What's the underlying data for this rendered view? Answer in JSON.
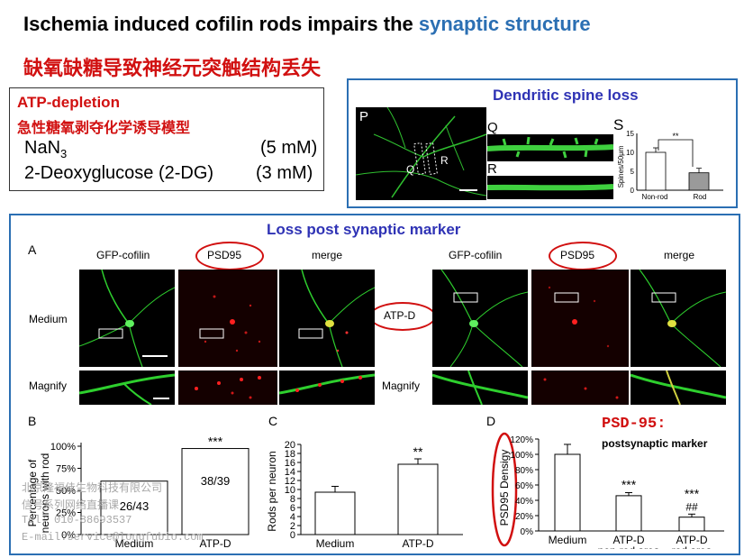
{
  "title": {
    "main": "Ischemia induced cofilin rods impairs the ",
    "accent": "synaptic structure",
    "accent_color": "#2b6fb3"
  },
  "subtitle_cn": "缺氧缺糖导致神经元突触结构丢失",
  "atp_box": {
    "heading": "ATP-depletion",
    "heading_cn": "急性糖氧剥夺化学诱导模型",
    "rows": [
      {
        "name": "NaN",
        "sub": "3",
        "value": "(5 mM)"
      },
      {
        "name": "2-Deoxyglucose (2-DG)",
        "sub": "",
        "value": "(3 mM)"
      }
    ]
  },
  "spine_box": {
    "heading": "Dendritic spine loss",
    "letters": {
      "p": "P",
      "q": "Q",
      "r": "R",
      "s": "S"
    },
    "overlay": {
      "q": "Q",
      "r": "R"
    }
  },
  "spine_chart": {
    "ylabel": "Spines/50μm",
    "yticks": [
      "0",
      "5",
      "10",
      "15"
    ],
    "significance": "**"
  },
  "loss_box": {
    "heading": "Loss post synaptic marker",
    "panel_a": "A",
    "col_labels": [
      "GFP-cofilin",
      "PSD95",
      "merge",
      "GFP-cofilin",
      "PSD95",
      "merge"
    ],
    "row_labels": [
      "Medium",
      "Magnify",
      "Magnify"
    ],
    "atp_label": "ATP-D"
  },
  "chart_b": {
    "letter": "B",
    "ylabel": "Percentage of neurons with rod",
    "yticks": [
      "0%",
      "25%",
      "50%",
      "75%",
      "100%"
    ],
    "significance": "***"
  },
  "chart_c": {
    "letter": "C",
    "ylabel": "Rods per neuron",
    "yticks": [
      "0",
      "2",
      "4",
      "6",
      "8",
      "10",
      "12",
      "14",
      "16",
      "18",
      "20"
    ],
    "significance": "**"
  },
  "chart_d": {
    "letter": "D",
    "ylabel": "PSD95 Densigy",
    "yticks": [
      "0%",
      "20%",
      "40%",
      "60%",
      "80%",
      "100%",
      "120%"
    ],
    "sig_nonrod": "***",
    "sig_rod": "***",
    "sig_rod2": "##"
  },
  "psd_note": {
    "title": "PSD-95:",
    "text": "postsynaptic marker"
  },
  "watermark": [
    "北京隆福佳生物科技有限公司",
    "信号系列网络直播课",
    "Tel: 010-88693537",
    "E-mail:service@longfubio.com"
  ],
  "chart_data": [
    {
      "type": "bar",
      "title": "",
      "categories": [
        "Non-rod",
        "Rod"
      ],
      "values": [
        10,
        4.6
      ],
      "ylabel": "Spines/50μm",
      "ylim": [
        0,
        15
      ],
      "annotations": [
        "**"
      ]
    },
    {
      "type": "bar",
      "title": "",
      "categories": [
        "Medium",
        "ATP-D"
      ],
      "values": [
        0.605,
        0.974
      ],
      "data_labels": [
        "26/43",
        "38/39"
      ],
      "ylabel": "Percentage of neurons with rod",
      "ylim": [
        0,
        1
      ],
      "annotations": [
        "***"
      ]
    },
    {
      "type": "bar",
      "title": "",
      "categories": [
        "Medium",
        "ATP-D"
      ],
      "values": [
        9.4,
        15.6
      ],
      "errors": [
        1.3,
        1.2
      ],
      "ylabel": "Rods per neuron",
      "ylim": [
        0,
        20
      ],
      "annotations": [
        "**"
      ]
    },
    {
      "type": "bar",
      "title": "",
      "categories": [
        "Medium",
        "ATP-D|non-rod area",
        "ATP-D|rod area"
      ],
      "values": [
        1.0,
        0.46,
        0.18
      ],
      "errors": [
        0.13,
        0.04,
        0.04
      ],
      "ylabel": "PSD95 Densigy",
      "ylim": [
        0,
        1.2
      ],
      "annotations": [
        "***",
        "***",
        "##"
      ]
    }
  ]
}
